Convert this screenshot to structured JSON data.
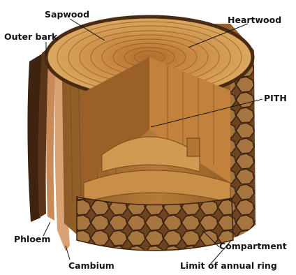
{
  "labels": {
    "sapwood": "Sapwood",
    "heartwood": "Heartwood",
    "outer_bark": "Outer bark",
    "pith": "PITH",
    "phloem": "Phloem",
    "cambium": "Cambium",
    "compartment": "Compartment",
    "annual_ring_limit": "Limit of annual ring"
  },
  "colors": {
    "sapwood": "#d7a05a",
    "heartwood": "#b7722e",
    "bark": "#4b2a12",
    "phloem": "#c98a5a",
    "label_text": "#141414"
  }
}
